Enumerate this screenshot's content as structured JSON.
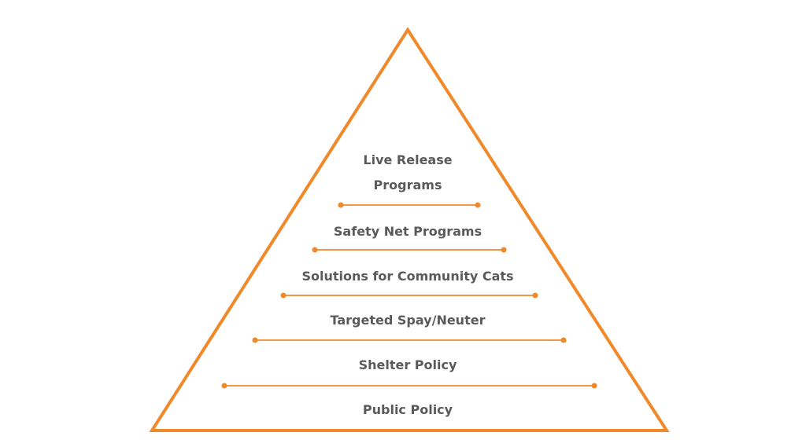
{
  "diagram": {
    "accent_color": "#f0892a",
    "text_color": "#5a5a5a",
    "tiers": [
      {
        "lines": [
          "Live Release",
          "Programs"
        ]
      },
      {
        "lines": [
          "Safety Net Programs"
        ]
      },
      {
        "lines": [
          "Solutions for Community Cats"
        ]
      },
      {
        "lines": [
          "Targeted Spay/Neuter"
        ]
      },
      {
        "lines": [
          "Shelter Policy"
        ]
      },
      {
        "lines": [
          "Public Policy"
        ]
      }
    ]
  }
}
